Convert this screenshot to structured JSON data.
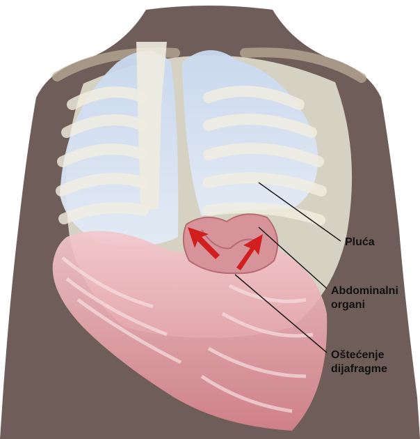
{
  "labels": {
    "lungs": "Pluća",
    "abdominal_organs_line1": "Abdominalni",
    "abdominal_organs_line2": "organi",
    "diaphragm_damage_line1": "Oštećenje",
    "diaphragm_damage_line2": "dijafragme"
  },
  "colors": {
    "skin": "#6f5d59",
    "lung": "#d2e0f1",
    "bone": "#ece9d9",
    "muscle": "#d98b92",
    "organ": "#c47a85",
    "arrow": "#d11f1f",
    "leader_line": "#1a1a1a"
  }
}
